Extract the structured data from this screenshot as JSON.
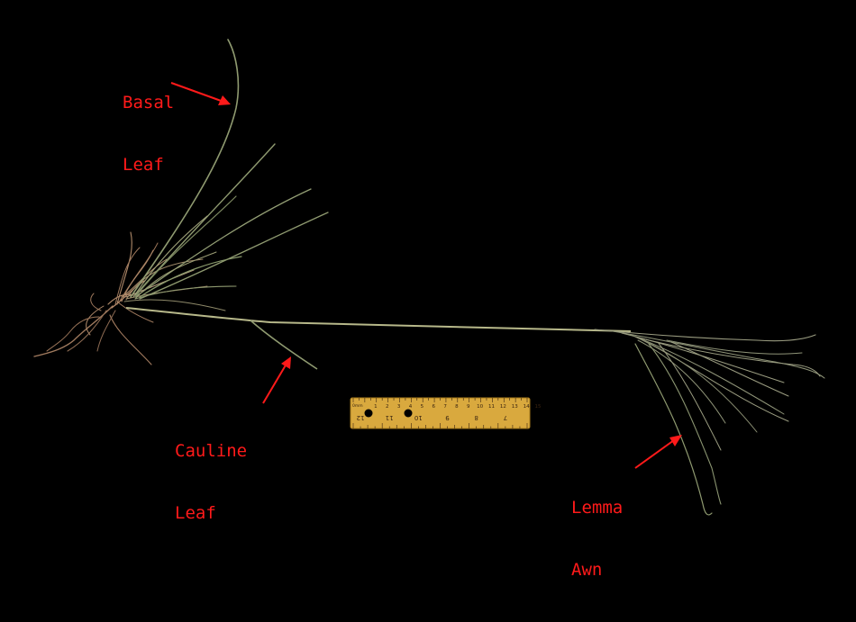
{
  "colors": {
    "background": "#000000",
    "annotation": "#ff1a1a",
    "stem": "#b7b88a",
    "leaf": "#8f9a70",
    "root": "#a07a5e",
    "ruler": "#d9a93e",
    "ruler_ink": "#3a2410"
  },
  "annotations": {
    "basal_leaf": {
      "line1": "Basal",
      "line2": "Leaf"
    },
    "cauline_leaf": {
      "line1": "Cauline",
      "line2": "Leaf"
    },
    "lemma_awn": {
      "line1": "Lemma",
      "line2": "Awn"
    }
  },
  "ruler": {
    "top_label": "0mm",
    "top_numbers": [
      "1",
      "2",
      "3",
      "4",
      "5",
      "6",
      "7",
      "8",
      "9",
      "10",
      "11",
      "12",
      "13",
      "14",
      "15"
    ],
    "bottom_numbers": [
      "12",
      "11",
      "10",
      "9",
      "8",
      "7"
    ]
  }
}
